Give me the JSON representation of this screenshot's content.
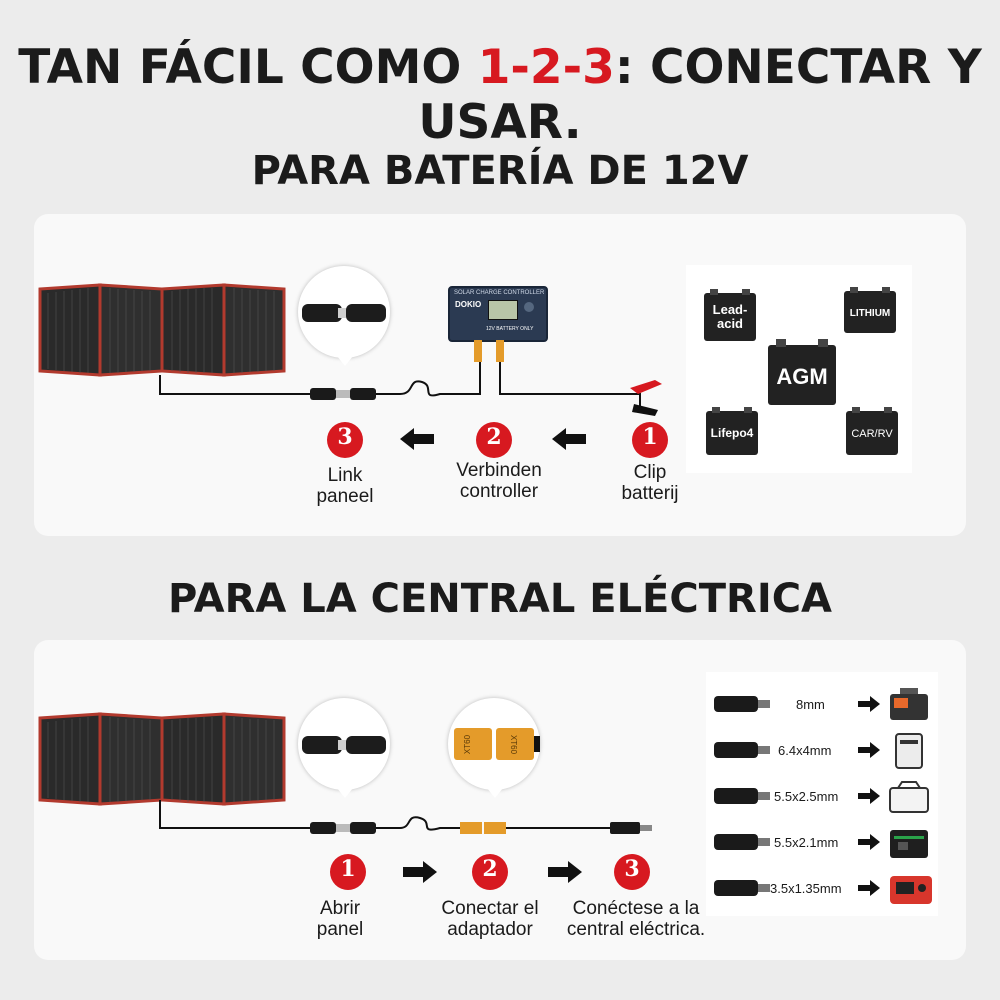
{
  "headline": {
    "prefix": "TAN FÁCIL COMO",
    "highlight": "1-2-3",
    "suffix": ": CONECTAR Y USAR."
  },
  "section_battery": {
    "title": "PARA BATERÍA DE 12V",
    "controller": {
      "brand": "DOKIO",
      "header_text": "SOLAR CHARGE CONTROLLER",
      "tag": "12V BATTERY ONLY"
    },
    "steps": [
      {
        "number": "3",
        "label_line1": "Link",
        "label_line2": "paneel"
      },
      {
        "number": "2",
        "label_line1": "Verbinden",
        "label_line2": "controller"
      },
      {
        "number": "1",
        "label_line1": "Clip",
        "label_line2": "batterij"
      }
    ],
    "batteries": [
      {
        "label_line1": "Lead-",
        "label_line2": "acid"
      },
      {
        "label_line1": "LITHIUM",
        "label_line2": ""
      },
      {
        "label_line1": "AGM",
        "label_line2": ""
      },
      {
        "label_line1": "Lifepo4",
        "label_line2": ""
      },
      {
        "label_line1": "CAR/RV",
        "label_line2": ""
      }
    ]
  },
  "section_station": {
    "title": "PARA LA CENTRAL ELÉCTRICA",
    "xt60_left": "XT60",
    "xt60_right": "XT60",
    "steps": [
      {
        "number": "1",
        "label_line1": "Abrir",
        "label_line2": "panel"
      },
      {
        "number": "2",
        "label_line1": "Conectar el",
        "label_line2": "adaptador"
      },
      {
        "number": "3",
        "label_line1": "Conéctese a la",
        "label_line2": "central eléctrica."
      }
    ],
    "connectors": [
      {
        "size": "8mm"
      },
      {
        "size": "6.4x4mm"
      },
      {
        "size": "5.5x2.5mm"
      },
      {
        "size": "5.5x2.1mm"
      },
      {
        "size": "3.5x1.35mm"
      }
    ]
  },
  "colors": {
    "accent_red": "#d71920",
    "panel_border": "#b23a2e",
    "panel_cell": "#2a2a2a",
    "background": "#ececec",
    "box": "#f9f9f9"
  }
}
